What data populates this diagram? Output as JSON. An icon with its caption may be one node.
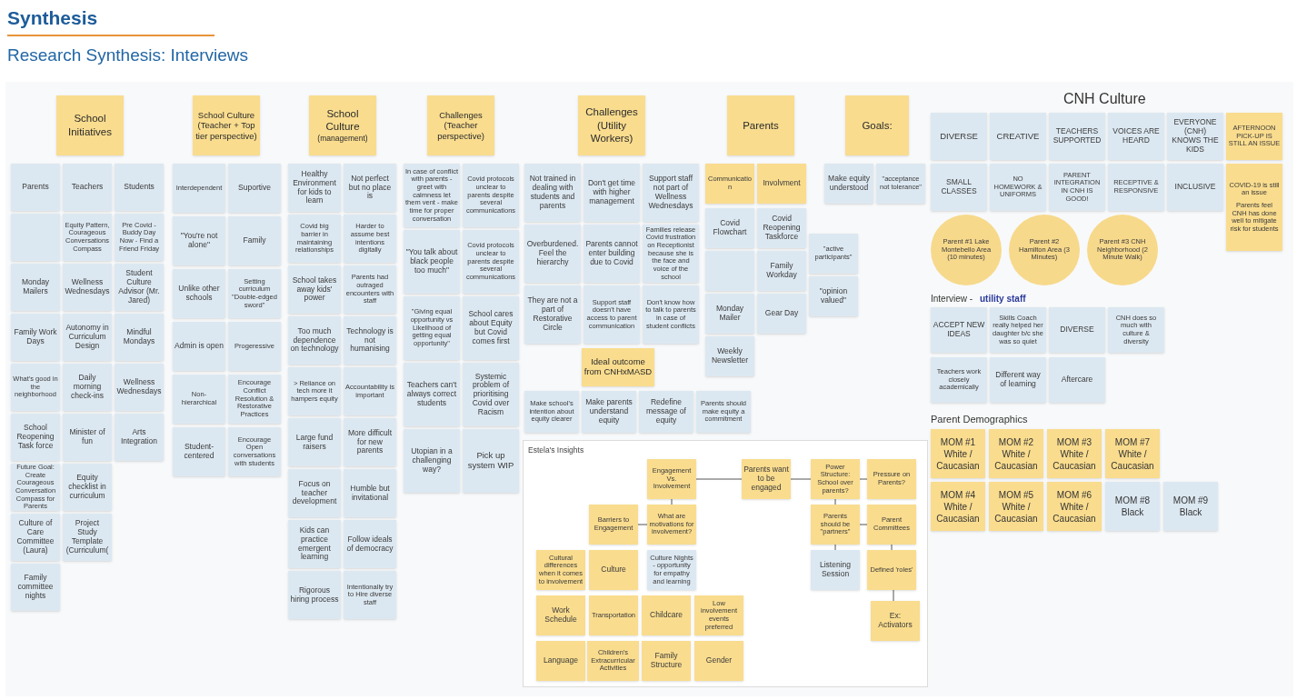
{
  "diagram": {
    "title": "Synthesis",
    "nodes": [
      {
        "text": [
          "School Initiatives"
        ]
      },
      {
        "text": [
          "Parents"
        ]
      },
      {
        "text": [
          "Teachers"
        ]
      },
      {
        "text": [
          "Students"
        ]
      },
      {
        "text": [],
        "shape": "box"
      },
      {
        "text": [
          "Equity Pattern, Courageous Conversations Compass"
        ]
      },
      {
        "text": [
          "Pre Covid - Buddy Day Now - Find a Friend Friday"
        ]
      },
      {
        "text": [
          "Monday Mailers"
        ]
      },
      {
        "text": [
          "Wellness Wednesdays"
        ]
      },
      {
        "text": [
          "Student Culture Advisor (Mr. Jared)"
        ]
      },
      {
        "text": [
          "Family Work Days"
        ]
      },
      {
        "text": [
          "Autonomy in Curriculum Design"
        ]
      },
      {
        "text": [
          "Mindful Mondays"
        ]
      },
      {
        "text": [
          "What's good in the neighborhood"
        ]
      },
      {
        "text": [
          "Daily morning check-ins"
        ]
      },
      {
        "text": [
          "Wellness Wednesdays"
        ]
      },
      {
        "text": [
          "School Reopening Task force"
        ]
      },
      {
        "text": [
          "Minister of fun"
        ]
      },
      {
        "text": [
          "Arts Integration"
        ]
      },
      {
        "text": [
          "Future Goal: Create Courageous Conversation Compass for Parents"
        ]
      },
      {
        "text": [
          "Equity checklist in curriculum"
        ]
      },
      {
        "text": [
          "Culture of Care Committee (Laura)"
        ]
      },
      {
        "text": [
          "Project Study Template (Curriculum("
        ]
      },
      {
        "text": [
          "Family committee nights"
        ]
      },
      {
        "text": [
          "School Culture (Teacher + Top tier perspective)"
        ]
      },
      {
        "text": [
          "Interdependent"
        ]
      },
      {
        "text": [
          "Suportive"
        ]
      },
      {
        "text": [
          "\"You're not alone\""
        ]
      },
      {
        "text": [
          "Family"
        ]
      },
      {
        "text": [
          "Unlike other schools"
        ]
      },
      {
        "text": [
          "Setting curriculum \"Double-edged sword\""
        ]
      },
      {
        "text": [
          "Admin is open"
        ]
      },
      {
        "text": [
          "Progeressive"
        ]
      },
      {
        "text": [
          "Non-hierarchical"
        ]
      },
      {
        "text": [
          "Encourage Conflict Resolution & Restorative Practices"
        ]
      },
      {
        "text": [
          "Student-centered"
        ]
      },
      {
        "text": [
          "Encourage Open conversations with students"
        ]
      },
      {
        "text": [
          "School Culture",
          "(management)"
        ]
      },
      {
        "text": [
          "Healthy Environment for kids to learn"
        ]
      },
      {
        "text": [
          "Not perfect but no place is"
        ]
      },
      {
        "text": [
          "Covid big barrier in maintaining relationships"
        ]
      },
      {
        "text": [
          "Harder to assume best intentions digitally"
        ]
      },
      {
        "text": [
          "School takes away kids' power"
        ]
      },
      {
        "text": [
          "Parents had outraged encounters with staff"
        ]
      },
      {
        "text": [
          "Too much dependence on technology"
        ]
      },
      {
        "text": [
          "Technology is not humanising"
        ]
      },
      {
        "text": [
          "> Reliance on tech more it hampers equity"
        ]
      },
      {
        "text": [
          "Accountability is important"
        ]
      },
      {
        "text": [
          "Large fund raisers"
        ]
      },
      {
        "text": [
          "More difficult for new parents"
        ]
      },
      {
        "text": [
          "Focus on teacher development"
        ]
      },
      {
        "text": [
          "Humble but invitational"
        ]
      },
      {
        "text": [
          "Kids can practice emergent learning"
        ]
      },
      {
        "text": [
          "Follow ideals of democracy"
        ]
      },
      {
        "text": [
          "Rigorous hiring process"
        ]
      },
      {
        "text": [
          "Intentionally try to Hire diverse staff"
        ]
      },
      {
        "text": [
          "Challenges (Teacher perspective)"
        ]
      },
      {
        "text": [
          "In case of conflict with parents - greet with calmness let them vent - make time for proper conversation"
        ]
      },
      {
        "text": [
          "Covid protocols unclear to parents despite several communications"
        ]
      },
      {
        "text": [
          "\"You talk about black people too much\""
        ]
      },
      {
        "text": [
          "Covid protocols unclear to parents despite several communications"
        ]
      },
      {
        "text": [
          "\"Giving equal opportunity vs Likelihood of getting equal opportunity\""
        ]
      },
      {
        "text": [
          "School cares about Equity but Covid comes first"
        ]
      },
      {
        "text": [
          "Teachers can't always correct students"
        ]
      },
      {
        "text": [
          "Systemic problem of prioritising Covid over Racism"
        ]
      },
      {
        "text": [
          "Utopian in a challenging way?"
        ]
      },
      {
        "text": [
          "Pick up system WIP"
        ]
      },
      {
        "text": [
          "Challenges (Utility Workers)"
        ]
      },
      {
        "text": [
          "Not trained in dealing with students and parents"
        ]
      },
      {
        "text": [
          "Don't get time with higher management"
        ]
      },
      {
        "text": [
          "Support staff not part of Wellness Wednesdays"
        ]
      },
      {
        "text": [
          "Overburdened. Feel the hierarchy"
        ]
      },
      {
        "text": [
          "Parents cannot enter building due to Covid"
        ]
      },
      {
        "text": [
          "Families release Covid frustration on Receptionist because she is the face and voice of the school"
        ]
      },
      {
        "text": [
          "They are not a part of Restorative Circle"
        ]
      },
      {
        "text": [
          "Support staff doesn't have access to parent communication"
        ]
      },
      {
        "text": [
          "Don't know how to talk to parents in case of student conflicts"
        ]
      },
      {
        "text": [
          "Ideal outcome from CNHxMASD"
        ]
      },
      {
        "text": [
          "Make school's intention about equity clearer"
        ]
      },
      {
        "text": [
          "Make parents understand equity"
        ]
      },
      {
        "text": [
          "Redefine message of equity"
        ]
      },
      {
        "text": [
          "Parents should make equity a commitment"
        ]
      },
      {
        "text": [
          "Parents"
        ]
      },
      {
        "text": [
          "Goals:"
        ]
      },
      {
        "text": [
          "Communication"
        ]
      },
      {
        "text": [
          "Involvment"
        ]
      },
      {
        "text": [
          "Make equity understood"
        ]
      },
      {
        "text": [
          "\"acceptance not tolerance\""
        ]
      },
      {
        "text": [
          "Covid Flowchart"
        ]
      },
      {
        "text": [
          "Covid Reopening Taskforce"
        ]
      },
      {
        "text": [
          "\"active participants\""
        ]
      },
      {
        "text": [],
        "shape": "box"
      },
      {
        "text": [
          "Family Workday"
        ]
      },
      {
        "text": [
          "\"opinion valued\""
        ]
      },
      {
        "text": [
          "Monday Mailer"
        ]
      },
      {
        "text": [
          "Gear Day"
        ]
      },
      {
        "text": [
          "Weekly Newsletter"
        ]
      },
      {
        "text": [
          "DIVERSE"
        ]
      },
      {
        "text": [
          "CREATIVE"
        ]
      },
      {
        "text": [
          "TEACHERS SUPPORTED"
        ]
      },
      {
        "text": [
          "VOICES ARE HEARD"
        ]
      },
      {
        "text": [
          "EVERYONE (CNH) KNOWS THE KIDS"
        ]
      },
      {
        "text": [
          "AFTERNOON PICK-UP IS STILL AN ISSUE"
        ]
      },
      {
        "text": [
          "SMALL CLASSES"
        ]
      },
      {
        "text": [
          "NO HOMEWORK & UNIFORMS"
        ]
      },
      {
        "text": [
          "PARENT INTEGRATION IN CNH IS GOOD!"
        ]
      },
      {
        "text": [
          "RECEPTIVE & RESPONSIVE"
        ]
      },
      {
        "text": [
          "INCLUSIVE"
        ]
      },
      {
        "text": [
          "COVID-19 is still an issue",
          "Parents feel CNH has done well to mitigate risk for students"
        ]
      },
      {
        "text": [
          "Parent #1 Lake Montebello Area (10 minutes)"
        ]
      },
      {
        "text": [
          "Parent #2 Hamilton Area (3 Minutes)"
        ]
      },
      {
        "text": [
          "Parent #3 CNH Neighborhood (2 Minute Walk)"
        ]
      },
      {
        "text": [
          "ACCEPT NEW IDEAS"
        ]
      },
      {
        "text": [
          "Skills Coach really helped her daughter b/c she was so quiet"
        ]
      },
      {
        "text": [
          "DIVERSE"
        ]
      },
      {
        "text": [
          "CNH does so much with culture & diversity"
        ]
      },
      {
        "text": [
          "Teachers work closely academically"
        ]
      },
      {
        "text": [
          "Different way of learning"
        ]
      },
      {
        "text": [
          "Aftercare"
        ]
      },
      {
        "text": [
          "MOM #1 White / Caucasian"
        ]
      },
      {
        "text": [
          "MOM #2 White / Caucasian"
        ]
      },
      {
        "text": [
          "MOM #3 White / Caucasian"
        ]
      },
      {
        "text": [
          "MOM #7 White / Caucasian"
        ]
      },
      {
        "text": [
          "MOM #4 White / Caucasian"
        ]
      },
      {
        "text": [
          "MOM #5 White / Caucasian"
        ]
      },
      {
        "text": [
          "MOM #6 White / Caucasian"
        ]
      },
      {
        "text": [
          "MOM #8 Black"
        ]
      },
      {
        "text": [
          "MOM #9 Black"
        ]
      },
      {
        "text": [
          "Estela's Insights"
        ]
      },
      {
        "text": [
          "Engagement Vs. Involvement"
        ],
        "in": 128
      },
      {
        "text": [
          "Parents want to be engaged"
        ],
        "in": 128
      },
      {
        "text": [
          "Power Structure: School over parents?"
        ],
        "in": 128
      },
      {
        "text": [
          "Pressure on Parents?"
        ],
        "in": 128
      },
      {
        "text": [
          "Barriers to Engagement"
        ],
        "in": 128
      },
      {
        "text": [
          "What are motivations for involvement?"
        ],
        "in": 128
      },
      {
        "text": [
          "Parents should be \"partners\""
        ],
        "in": 128
      },
      {
        "text": [
          "Parent Committees"
        ],
        "in": 128
      },
      {
        "text": [
          "Cultural differences when it comes to involvement"
        ],
        "in": 128
      },
      {
        "text": [
          "Culture"
        ],
        "in": 128
      },
      {
        "text": [
          "Culture Nights - opportunity for empathy and learning"
        ],
        "in": 128
      },
      {
        "text": [
          "Listening Session"
        ],
        "in": 128
      },
      {
        "text": [
          "Defined 'roles'"
        ],
        "in": 128
      },
      {
        "text": [
          "Work Schedule"
        ],
        "in": 128
      },
      {
        "text": [
          "Transportation"
        ],
        "in": 128
      },
      {
        "text": [
          "Childcare"
        ],
        "in": 128
      },
      {
        "text": [
          "Low involvement events preferred"
        ],
        "in": 128
      },
      {
        "text": [
          "Ex: Activators"
        ],
        "in": 128
      },
      {
        "text": [
          "Language"
        ],
        "in": 128
      },
      {
        "text": [
          "Children's Extracurricular Activities"
        ],
        "in": 128
      },
      {
        "text": [
          "Family Structure"
        ],
        "in": 128
      },
      {
        "text": [
          "Gender"
        ],
        "in": 128
      }
    ],
    "edges": [
      {
        "from": 129,
        "to": 130,
        "arrow": "none"
      },
      {
        "from": 130,
        "to": 131,
        "arrow": "none"
      },
      {
        "from": 131,
        "to": 132,
        "arrow": "none"
      },
      {
        "from": 129,
        "to": 134,
        "arrow": "none"
      },
      {
        "from": 134,
        "to": 133,
        "arrow": "none"
      },
      {
        "from": 131,
        "to": 135,
        "arrow": "none"
      },
      {
        "from": 135,
        "to": 136,
        "arrow": "none"
      },
      {
        "from": 135,
        "to": 140,
        "arrow": "none"
      },
      {
        "from": 136,
        "to": 141,
        "arrow": "none"
      },
      {
        "from": 141,
        "to": 146,
        "arrow": "none"
      }
    ],
    "labels": [
      "Research Synthesis: Interviews",
      "CNH Culture",
      "Interview -",
      "utility staff",
      "Parent Demographics"
    ]
  }
}
